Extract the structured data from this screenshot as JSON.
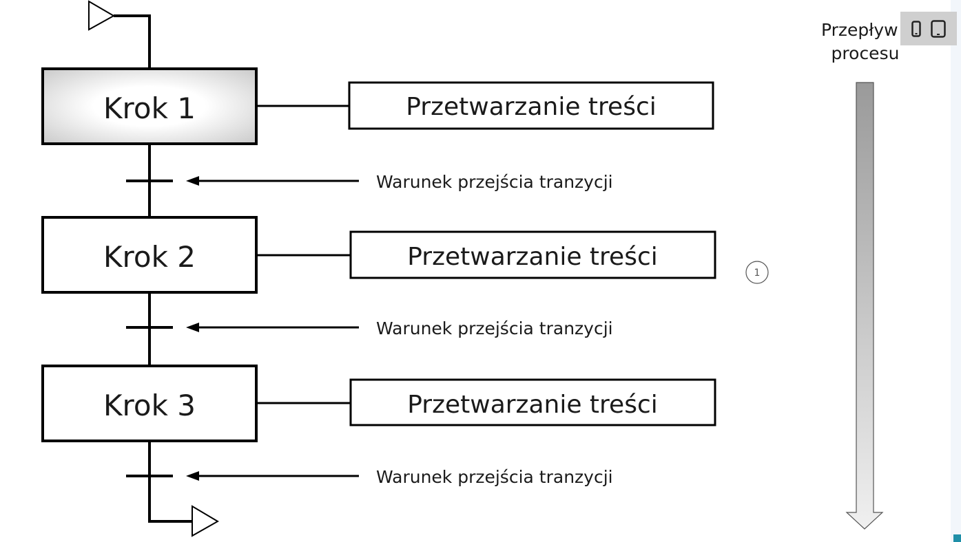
{
  "diagram": {
    "steps": [
      {
        "label": "Krok 1",
        "process": "Przetwarzanie treści",
        "condition": "Warunek przejścia tranzycji",
        "initial": true
      },
      {
        "label": "Krok 2",
        "process": "Przetwarzanie treści",
        "condition": "Warunek przejścia tranzycji",
        "initial": false
      },
      {
        "label": "Krok 3",
        "process": "Przetwarzanie treści",
        "condition": "Warunek przejścia tranzycji",
        "initial": false
      }
    ],
    "flow_label_line1": "Przepływ",
    "flow_label_line2": "procesu",
    "badge": "1"
  },
  "toolbar": {
    "phone_icon": "phone-icon",
    "tablet_icon": "tablet-icon"
  },
  "colors": {
    "line": "#000000",
    "step1_fill_center": "#ffffff",
    "step1_fill_edge": "#c4c4c4",
    "flow_arrow_top": "#9a9a9a",
    "flow_arrow_bottom": "#efefef",
    "toolbar_bg": "#cfcfcf",
    "accent": "#1f8fa8"
  }
}
